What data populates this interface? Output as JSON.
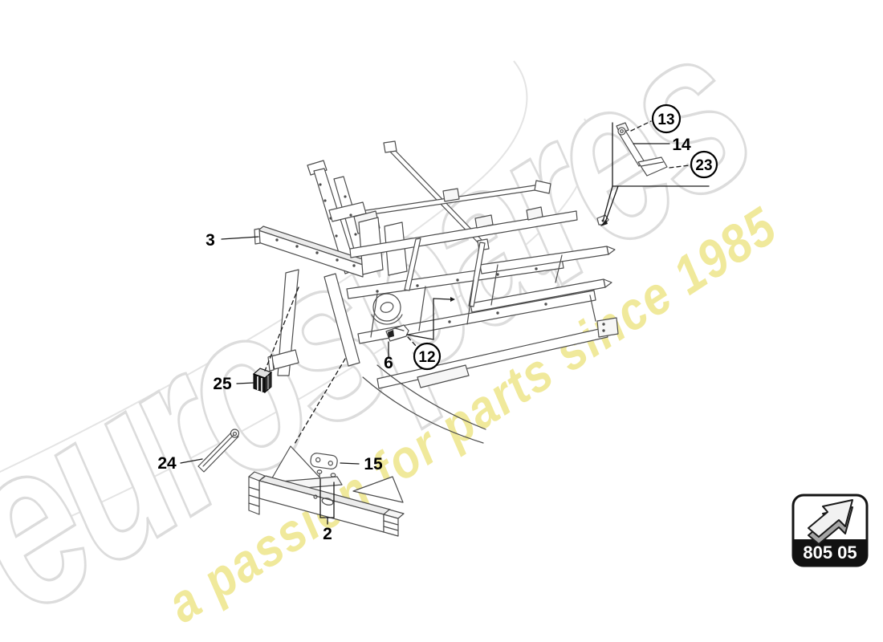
{
  "page": {
    "background_color": "#ffffff"
  },
  "watermark": {
    "brand": "eurospares",
    "tagline": "a passion for parts since 1985",
    "brand_outline_color": "#dcdcdc",
    "tagline_color": "#efe893"
  },
  "diagram": {
    "subject": "chassis rear frame exploded parts diagram",
    "line_color": "#4d4d4d",
    "callouts": {
      "c2": {
        "label": "2",
        "style": "plain"
      },
      "c3": {
        "label": "3",
        "style": "plain"
      },
      "c6": {
        "label": "6",
        "style": "plain"
      },
      "c12": {
        "label": "12",
        "style": "circled"
      },
      "c13": {
        "label": "13",
        "style": "circled"
      },
      "c14": {
        "label": "14",
        "style": "plain"
      },
      "c15": {
        "label": "15",
        "style": "plain"
      },
      "c23": {
        "label": "23",
        "style": "circled"
      },
      "c24": {
        "label": "24",
        "style": "plain"
      },
      "c25": {
        "label": "25",
        "style": "plain"
      }
    }
  },
  "badge": {
    "code": "805 05",
    "icon": "arrow-up-right-3d-icon",
    "band_color": "#111111"
  }
}
